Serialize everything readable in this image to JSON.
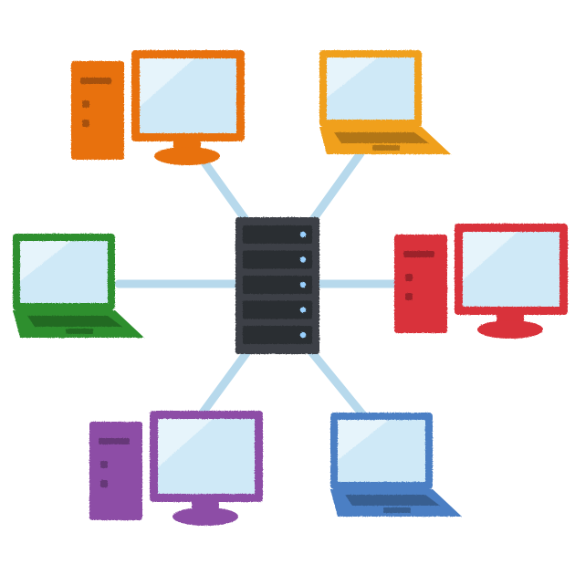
{
  "diagram": {
    "type": "network-topology",
    "hub": {
      "kind": "server-rack",
      "slots": 5,
      "color": "#3d4146"
    },
    "nodes": [
      {
        "id": "top-left",
        "kind": "desktop",
        "color": "#e8710c"
      },
      {
        "id": "top-right",
        "kind": "laptop",
        "color": "#f0a01e"
      },
      {
        "id": "mid-left",
        "kind": "laptop",
        "color": "#2f8f2f"
      },
      {
        "id": "mid-right",
        "kind": "desktop",
        "color": "#d9323a"
      },
      {
        "id": "bottom-left",
        "kind": "desktop",
        "color": "#8d4ea6"
      },
      {
        "id": "bottom-right",
        "kind": "laptop",
        "color": "#4b7fc4"
      }
    ],
    "colors": {
      "link": "#b7d9ec",
      "screen": "#cfe9f7",
      "screen_highlight": "#e6f4fb",
      "server_slot": "#2a2d31",
      "server_light": "#9ad1ff"
    }
  }
}
